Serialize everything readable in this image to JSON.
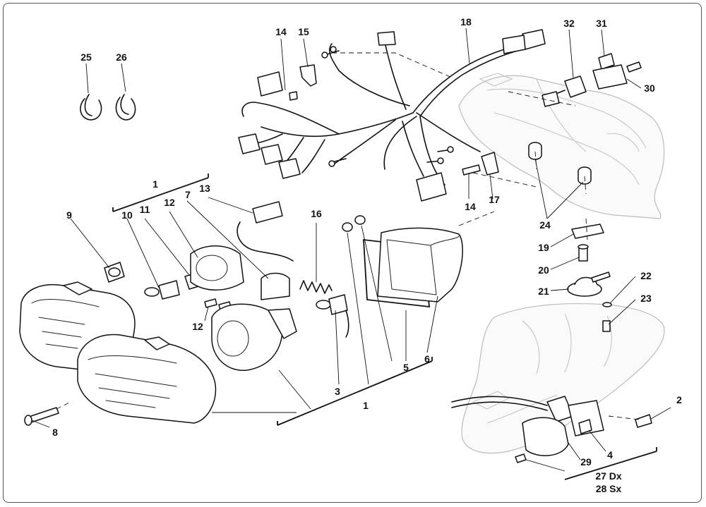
{
  "callouts": {
    "c1_top": "1",
    "c1_bottom": "1",
    "c2": "2",
    "c3": "3",
    "c4": "4",
    "c5": "5",
    "c6": "6",
    "c7": "7",
    "c8": "8",
    "c9": "9",
    "c10": "10",
    "c11": "11",
    "c12_top": "12",
    "c12_bottom": "12",
    "c13": "13",
    "c14_top": "14",
    "c14_bottom": "14",
    "c15": "15",
    "c16": "16",
    "c17": "17",
    "c18": "18",
    "c19": "19",
    "c20": "20",
    "c21": "21",
    "c22": "22",
    "c23": "23",
    "c24": "24",
    "c25": "25",
    "c26": "26",
    "c27": "27 Dx",
    "c28": "28 Sx",
    "c29": "29",
    "c30": "30",
    "c31": "31",
    "c32": "32"
  }
}
